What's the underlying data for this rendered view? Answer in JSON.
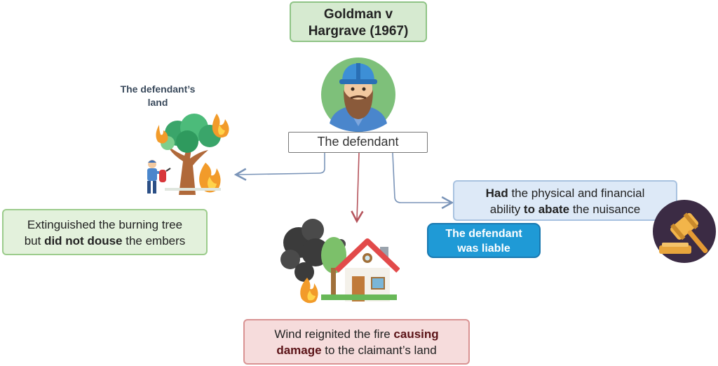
{
  "title": {
    "line1": "Goldman v",
    "line2": "Hargrave (1967)"
  },
  "defendant_label": "The defendant",
  "land_label": {
    "line1": "The defendant’s",
    "line2": "land"
  },
  "extinguished": {
    "line1": "Extinguished the burning tree",
    "line2_prefix": "but ",
    "line2_bold": "did not douse",
    "line2_suffix": " the embers"
  },
  "ability": {
    "line1_bold": "Had",
    "line1_rest": " the physical and financial",
    "line2_prefix": "ability ",
    "line2_bold": "to abate",
    "line2_suffix": " the nuisance"
  },
  "liable": {
    "line1": "The defendant",
    "line2": "was liable"
  },
  "wind": {
    "line1_prefix": "Wind reignited the fire ",
    "line1_bold": "causing",
    "line2_bold": "damage",
    "line2_suffix": " to the claimant’s land"
  },
  "colors": {
    "title_fill": "#d6ead0",
    "green_fill": "#e3f1dc",
    "blue_fill": "#dde9f7",
    "liable_fill": "#1f9ad6",
    "red_fill": "#f6dcdc",
    "arrow_blue": "#7a94b8",
    "arrow_red": "#b5545c"
  },
  "icons": [
    "defendant-avatar-icon",
    "burning-tree-icon",
    "firefighter-icon",
    "burning-house-icon",
    "gavel-icon"
  ]
}
